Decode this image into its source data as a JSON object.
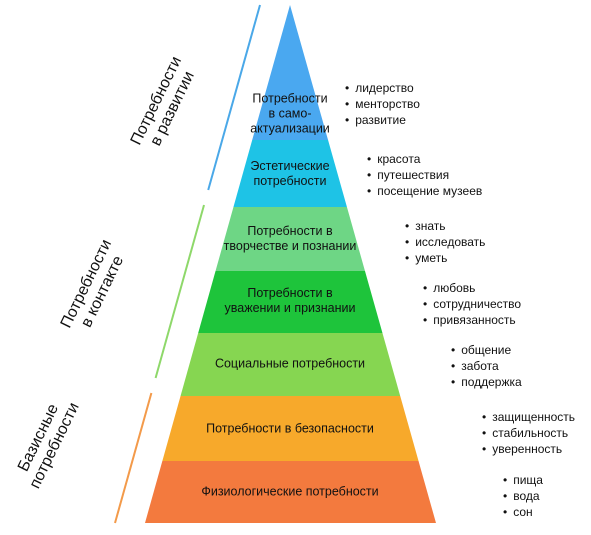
{
  "levels": [
    {
      "label": "Потребности\nв само-\nактуализации",
      "color": "#4aa8f0",
      "items": [
        "лидерство",
        "менторство",
        "развитие"
      ]
    },
    {
      "label": "Эстетические\nпотребности",
      "color": "#1ec3e6",
      "items": [
        "красота",
        "путешествия",
        "посещение музеев"
      ]
    },
    {
      "label": "Потребности в\nтворчестве и познании",
      "color": "#6ed685",
      "items": [
        "знать",
        "исследовать",
        "уметь"
      ]
    },
    {
      "label": "Потребности в\nуважении и признании",
      "color": "#1ec43b",
      "items": [
        "любовь",
        "сотрудничество",
        "привязанность"
      ]
    },
    {
      "label": "Социальные потребности",
      "color": "#86d651",
      "items": [
        "общение",
        "забота",
        "поддержка"
      ]
    },
    {
      "label": "Потребности в безопасности",
      "color": "#f7a92b",
      "items": [
        "защищенность",
        "стабильность",
        "уверенность"
      ]
    },
    {
      "label": "Физиологические потребности",
      "color": "#f37a3e",
      "items": [
        "пища",
        "вода",
        "сон"
      ]
    }
  ],
  "groups": [
    {
      "label": "Потребности\nв развитии",
      "color": "#4aa8e8"
    },
    {
      "label": "Потребности\nв контакте",
      "color": "#8ed86a"
    },
    {
      "label": "Базисные\nпотребности",
      "color": "#f39a4a"
    }
  ]
}
